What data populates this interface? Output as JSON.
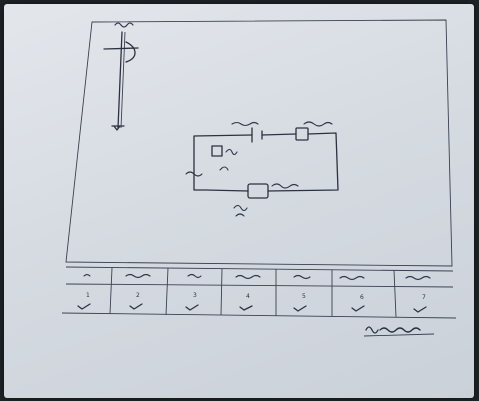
{
  "table": {
    "serial_numbers": [
      "1",
      "2",
      "3",
      "4",
      "5",
      "6",
      "7"
    ]
  }
}
